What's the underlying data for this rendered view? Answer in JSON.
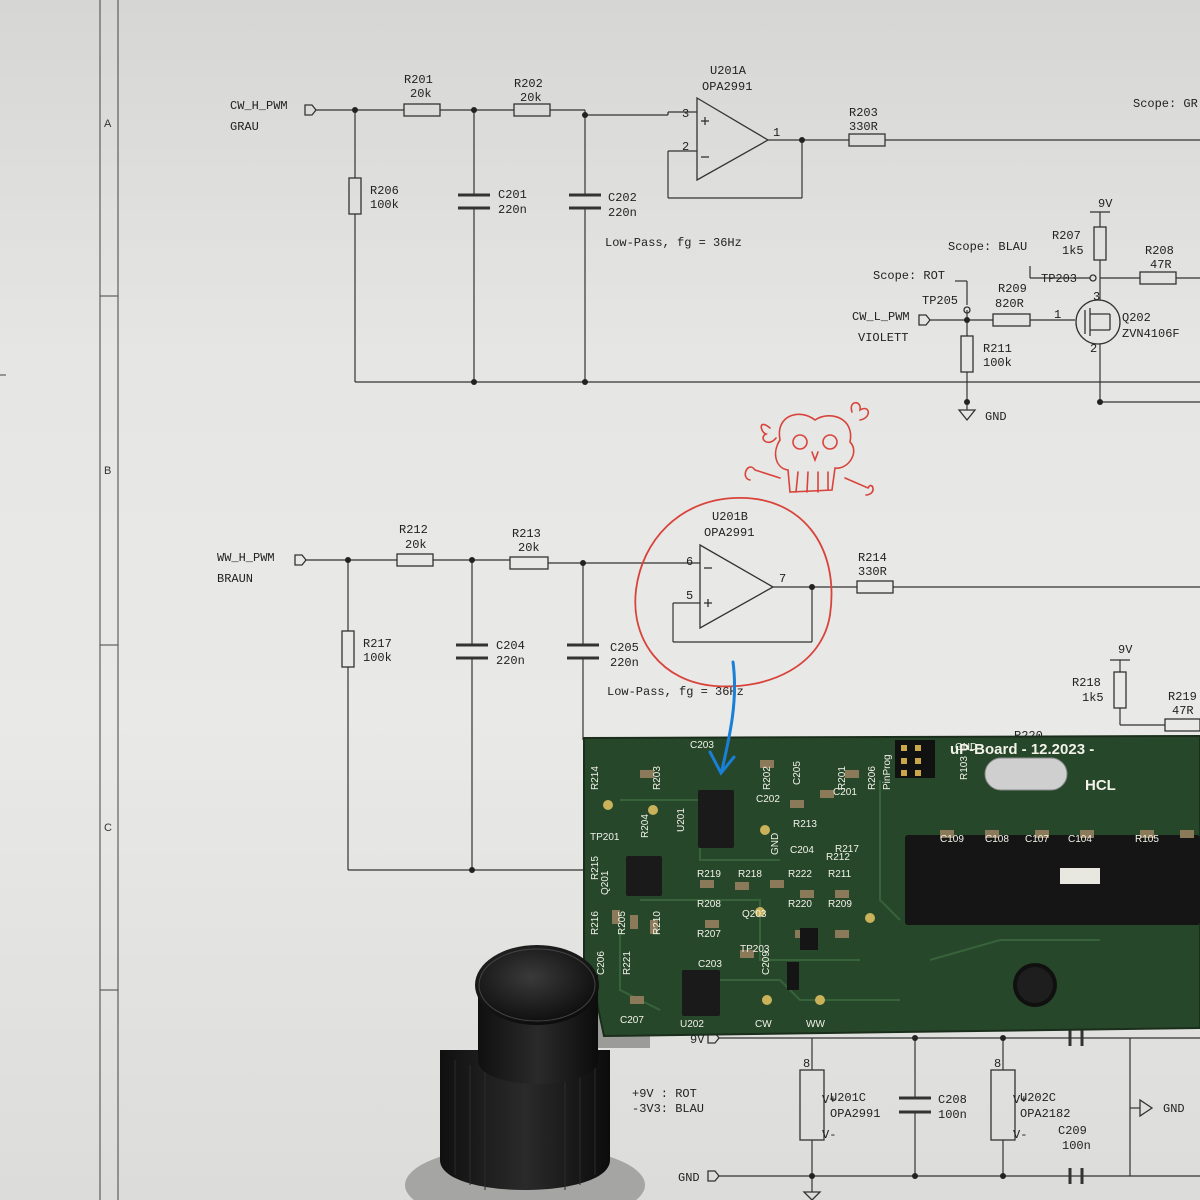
{
  "frame": {
    "row_a": "A",
    "row_b": "B",
    "row_c": "C"
  },
  "top_circuit": {
    "input_net": "CW_H_PWM",
    "input_wire_color": "GRAU",
    "r201": {
      "ref": "R201",
      "value": "20k"
    },
    "r202": {
      "ref": "R202",
      "value": "20k"
    },
    "r206": {
      "ref": "R206",
      "value": "100k"
    },
    "c201": {
      "ref": "C201",
      "value": "220n"
    },
    "c202": {
      "ref": "C202",
      "value": "220n"
    },
    "opamp": {
      "ref": "U201A",
      "part": "OPA2991",
      "pin_plus": "3",
      "pin_minus": "2",
      "pin_out": "1"
    },
    "r203": {
      "ref": "R203",
      "value": "330R"
    },
    "filter_note": "Low-Pass, fg = 36Hz",
    "scope_gr": "Scope: GR",
    "supply": "9V",
    "r207": {
      "ref": "R207",
      "value": "1k5"
    },
    "r208": {
      "ref": "R208",
      "value": "47R"
    },
    "scope_blau": "Scope: BLAU",
    "tp203": "TP203",
    "scope_rot": "Scope: ROT",
    "tp205": "TP205",
    "r209": {
      "ref": "R209",
      "value": "820R"
    },
    "pwm_l_net": "CW_L_PWM",
    "pwm_l_color": "VIOLETT",
    "r211": {
      "ref": "R211",
      "value": "100k"
    },
    "q202": {
      "ref": "Q202",
      "part": "ZVN4106F",
      "pin_g": "1",
      "pin_d": "3",
      "pin_s": "2"
    },
    "gnd": "GND"
  },
  "bottom_circuit": {
    "input_net": "WW_H_PWM",
    "input_wire_color": "BRAUN",
    "r212": {
      "ref": "R212",
      "value": "20k"
    },
    "r213": {
      "ref": "R213",
      "value": "20k"
    },
    "r217": {
      "ref": "R217",
      "value": "100k"
    },
    "c204": {
      "ref": "C204",
      "value": "220n"
    },
    "c205": {
      "ref": "C205",
      "value": "220n"
    },
    "opamp": {
      "ref": "U201B",
      "part": "OPA2991",
      "pin_minus": "6",
      "pin_plus": "5",
      "pin_out": "7"
    },
    "r214": {
      "ref": "R214",
      "value": "330R"
    },
    "filter_note": "Low-Pass, fg = 36Hz",
    "supply": "9V",
    "r218": {
      "ref": "R218",
      "value": "1k5"
    },
    "r219": {
      "ref": "R219",
      "value": "47R"
    },
    "r220": "R220"
  },
  "power_section": {
    "note_9v": "+9V  : ROT",
    "note_3v3": "-3V3: BLAU",
    "u201c": {
      "ref": "U201C",
      "part": "OPA2991"
    },
    "u202c": {
      "ref": "U202C",
      "part": "OPA2182"
    },
    "c208": {
      "ref": "C208",
      "value": "100n"
    },
    "c209": {
      "ref": "C209",
      "value": "100n"
    },
    "pin8": "8",
    "vplus": "V+",
    "vminus": "V-",
    "gnd_left": "GND",
    "gnd_right": "GND",
    "net_9v": "9V"
  },
  "pcb": {
    "title": "uP-Board - 12.2023 -",
    "logo": "HCL",
    "gnd": "GND",
    "pinprog": "PinProg",
    "silk_labels": [
      "R214",
      "C203",
      "R203",
      "TP201",
      "U201",
      "R215",
      "R204",
      "R202",
      "C202",
      "C205",
      "R213",
      "C201",
      "R201",
      "R206",
      "C204",
      "R217",
      "GND",
      "R212",
      "Q201",
      "R219",
      "R218",
      "R222",
      "R211",
      "R208",
      "R220",
      "R209",
      "Q203",
      "R216",
      "R205",
      "R210",
      "R207",
      "TP203",
      "C206",
      "R221",
      "C203",
      "C209",
      "U202",
      "C207",
      "CW",
      "WW",
      "R103",
      "C109",
      "C108",
      "C107",
      "C104",
      "R105"
    ]
  },
  "colors": {
    "paper": "#e9e9e7",
    "ink": "#222222",
    "pcb": "#27472a",
    "silk": "#f2f2e8",
    "red_marker": "#d8443c",
    "blue_pen": "#1a7fd6"
  }
}
